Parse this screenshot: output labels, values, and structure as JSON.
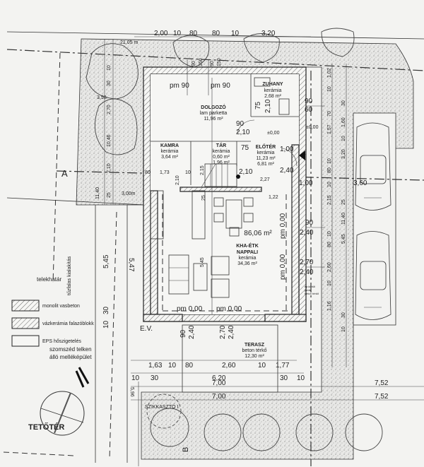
{
  "colors": {
    "paper": "#f3f3f1",
    "ink": "#222222",
    "stipple": "#8a8a8a"
  },
  "top_dims": {
    "d1": "2,00",
    "d2": "10",
    "d3": "80",
    "d4": "80",
    "d5": "10",
    "d6": "3,20",
    "plot": "21,05 m",
    "v1": "90",
    "v2": "150",
    "v3": "90",
    "v4": "150"
  },
  "left_dims": {
    "a": "10",
    "b": "30",
    "c": "3,58",
    "d": "2,70",
    "e": "10,46",
    "f": "2,10",
    "g": "11,40",
    "h": "25",
    "i": "3,00m",
    "j": "5,45",
    "k": "5,47",
    "l": "30",
    "m": "10"
  },
  "section_a": "A",
  "section_b": "B",
  "rooms": {
    "dolgozo": {
      "name": "DOLGOZÓ",
      "floor": "lam parketta",
      "area": "11,96 m²"
    },
    "zuhany": {
      "name": "ZUHANY",
      "floor": "kerámia",
      "area": "2,68 m²"
    },
    "kamra": {
      "name": "KAMRA",
      "floor": "kerámia",
      "area": "3,64 m²"
    },
    "tar": {
      "name": "TÁR",
      "floor": "kerámia",
      "area": "0,60 m²",
      "area2": "1,96 m²"
    },
    "eloter": {
      "name": "ELŐTÉR",
      "floor": "kerámia",
      "area": "11,23 m²",
      "area2": "6,81 m²"
    },
    "nappali": {
      "name": "KHA-ÉTK",
      "name2": "NAPPALI",
      "floor": "kerámia",
      "area": "34,36 m²",
      "total": "86,06 m²"
    },
    "terasz": {
      "name": "TERASZ",
      "floor": "beton térkő",
      "area": "12,30 m²"
    }
  },
  "inner": {
    "pm1": "pm 90",
    "pm2": "pm 90",
    "w75": "75",
    "w210": "2,10",
    "d90": "90",
    "d210": "2,10",
    "lvl": "±0,00",
    "e75": "75",
    "e210": "2,10",
    "e100": "1,00",
    "e240": "2,40",
    "k173": "1,73",
    "k10": "10",
    "k227": "2,27",
    "k210": "2,10",
    "k215": "2,15",
    "k80": "80",
    "k122": "1,22",
    "k25": "25",
    "n545": "5,45",
    "pm3": "pm 0,00",
    "pm4": "pm 0,00",
    "pm5": "pm 0,00",
    "pm6": "pm 0,00",
    "ev": "E.V."
  },
  "right_dims": {
    "r90": "90",
    "r60": "60",
    "lvl": "±0,00",
    "w90": "90",
    "w240": "2,40",
    "w270": "2,70",
    "w240b": "2,40",
    "r100": "1,00",
    "r360": "3,60",
    "jarda1": "ép.körüli",
    "jarda2": "járda",
    "jarda3": "beton térkő",
    "v": [
      "1,02",
      "10",
      "30",
      "70",
      "1,60",
      "10",
      "1,57",
      "10",
      "3,20",
      "80",
      "10",
      "2,15",
      "25",
      "11,40",
      "10",
      "80",
      "5,45",
      "2,60",
      "10",
      "1,16",
      "30",
      "10"
    ]
  },
  "bottom_dims": {
    "b90": "90",
    "b240": "2,40",
    "b270": "2,70",
    "b240b": "2,40",
    "row1": [
      "1,63",
      "10",
      "80",
      "2,60",
      "10",
      "1,77"
    ],
    "row2": [
      "10",
      "30",
      "6,20",
      "30",
      "10"
    ],
    "row3": [
      "7,00",
      "7,52"
    ],
    "row4": [
      "7,00",
      "7,52"
    ],
    "v596": "5,96",
    "szikkaszto": "SZIKKASZTÓ I"
  },
  "legend": {
    "telekhatar": "telekhatár",
    "tuzfal": "tűzfalas kialakítás",
    "items": [
      "monolit vasbeton",
      "vázkerámia falazóblokk",
      "EPS hőszigetelés"
    ],
    "szomszed1": "szomszéd telken",
    "szomszed2": "álló melléképület"
  },
  "floor_label": "TETŐTÉR"
}
